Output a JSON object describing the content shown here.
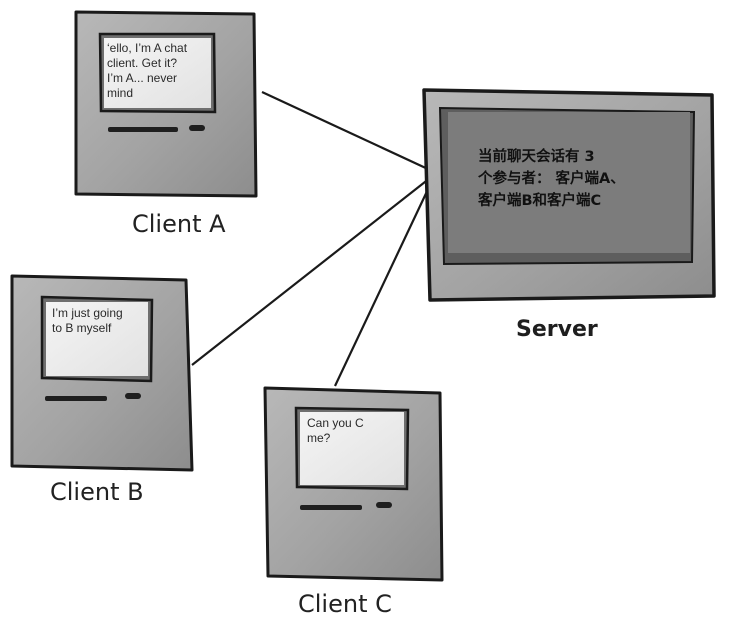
{
  "clients": {
    "a": {
      "label": "Client A",
      "message": "‘ello, I’m A chat\nclient. Get it?\nI’m A... never\nmind"
    },
    "b": {
      "label": "Client B",
      "message": "I’m just going\nto B myself"
    },
    "c": {
      "label": "Client C",
      "message": "Can you C\nme?"
    }
  },
  "server": {
    "label": "Server",
    "message": "当前聊天会话有 3\n个参与者： 客户端A、\n客户端B和客户端C"
  },
  "colors": {
    "body": "#a9a9a9",
    "body_dark": "#8f8f8f",
    "screen": "#eeeeee",
    "server_screen": "#7c7c7c",
    "outline": "#1a1a1a",
    "connector": "#1a1a1a"
  },
  "icons": [
    "computer-icon",
    "server-icon"
  ]
}
